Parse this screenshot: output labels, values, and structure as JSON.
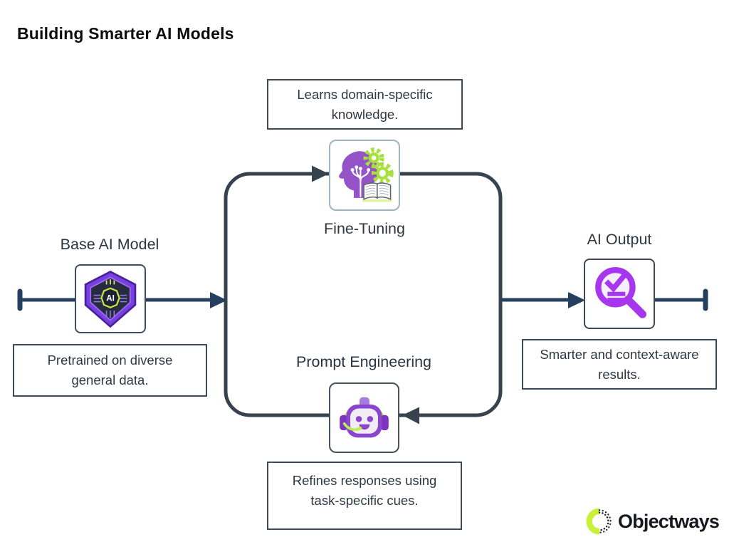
{
  "title": "Building Smarter AI Models",
  "diagram": {
    "nodes": {
      "base": {
        "label": "Base AI Model",
        "note": "Pretrained on diverse general data.",
        "icon": "ai-shield-icon"
      },
      "fine_tuning": {
        "label": "Fine-Tuning",
        "note": "Learns domain-specific knowledge.",
        "icon": "head-gears-book-icon"
      },
      "prompt_engineering": {
        "label": "Prompt Engineering",
        "note": "Refines responses using task-specific cues.",
        "icon": "robot-headset-icon"
      },
      "ai_output": {
        "label": "AI Output",
        "note": "Smarter and context-aware results.",
        "icon": "magnifier-check-icon"
      }
    },
    "flow": "Base AI Model -> (loop: Fine-Tuning <-> Prompt Engineering) -> AI Output",
    "colors": {
      "line": "#24405e",
      "loop": "#36434f",
      "note_border": "#3d4a5a",
      "text": "#2e3842",
      "purple": "#8b46cf",
      "bright_purple": "#a637ef",
      "lime": "#aee03c",
      "logo_lime": "#c9f13b"
    }
  },
  "logo": {
    "text": "Objectways",
    "mark": "ring-with-dots-mark"
  }
}
